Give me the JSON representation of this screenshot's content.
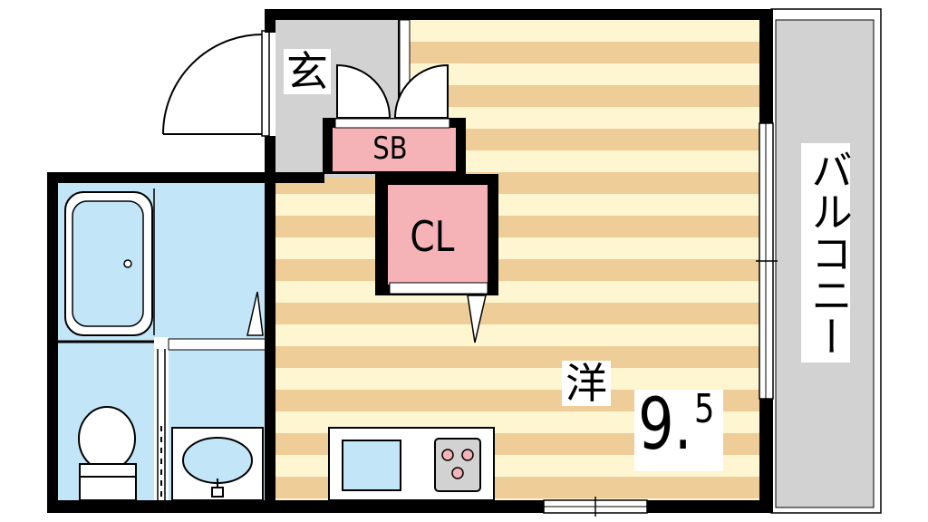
{
  "rooms": {
    "genkan": "玄",
    "shoe_box": "SB",
    "closet": "CL",
    "western_room": "洋",
    "area_main": "9.",
    "area_sub": "5",
    "balcony": "バルコニー"
  },
  "colors": {
    "wall": "#000000",
    "floor_stripe_light": "#fdf6d0",
    "floor_stripe_dark": "#efcd98",
    "wet_area": "#c2e5f8",
    "storage_pink": "#f5b3b8",
    "entrance_gray": "#d2d2d2",
    "balcony_gray": "#d2d2d2"
  },
  "icons": [
    "door-swing-icon",
    "bathtub-icon",
    "toilet-icon",
    "washbasin-icon",
    "sink-icon",
    "stove-icon"
  ]
}
